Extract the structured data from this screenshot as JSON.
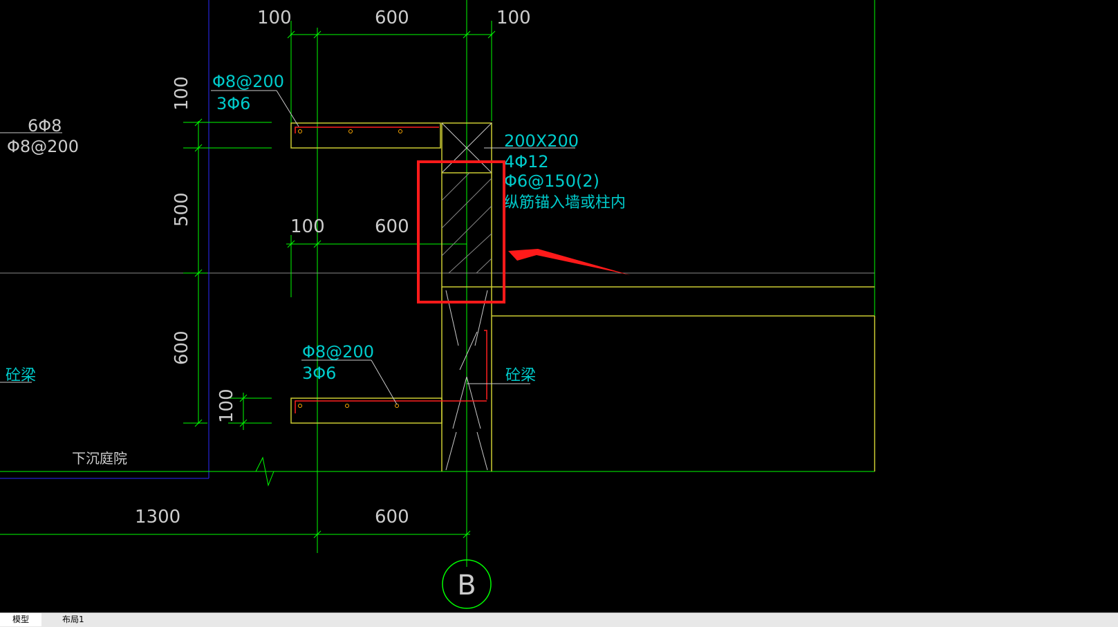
{
  "drawing": {
    "top_dims": {
      "left": "100",
      "mid": "600",
      "right": "100"
    },
    "mid_dims": {
      "left": "100",
      "mid": "600"
    },
    "bottom_dims": {
      "left": "1300",
      "mid": "600"
    },
    "vert_dims": {
      "top": "100",
      "upper": "500",
      "lower": "600",
      "bottom": "100"
    },
    "left_note": {
      "line1": "6Φ8",
      "line2": "Φ8@200"
    },
    "rebar_top": {
      "line1": "Φ8@200",
      "line2": "3Φ6"
    },
    "rebar_bottom": {
      "line1": "Φ8@200",
      "line2": "3Φ6"
    },
    "column_note": {
      "size": "200X200",
      "bars": "4Φ12",
      "stirrup": "Φ6@150(2)",
      "anchor": "纵筋锚入墙或柱内"
    },
    "beam_left": "砼梁",
    "beam_right": "砼梁",
    "room_label": "下沉庭院",
    "axis_label": "B"
  },
  "colors": {
    "background": "#000000",
    "dimension": "#00ff00",
    "text": "#00cccc",
    "outline": "#cccc33",
    "rebar": "#ff2020",
    "highlight": "#ff1a1a"
  },
  "tabs": [
    {
      "label": "模型"
    },
    {
      "label": "布局1"
    }
  ]
}
